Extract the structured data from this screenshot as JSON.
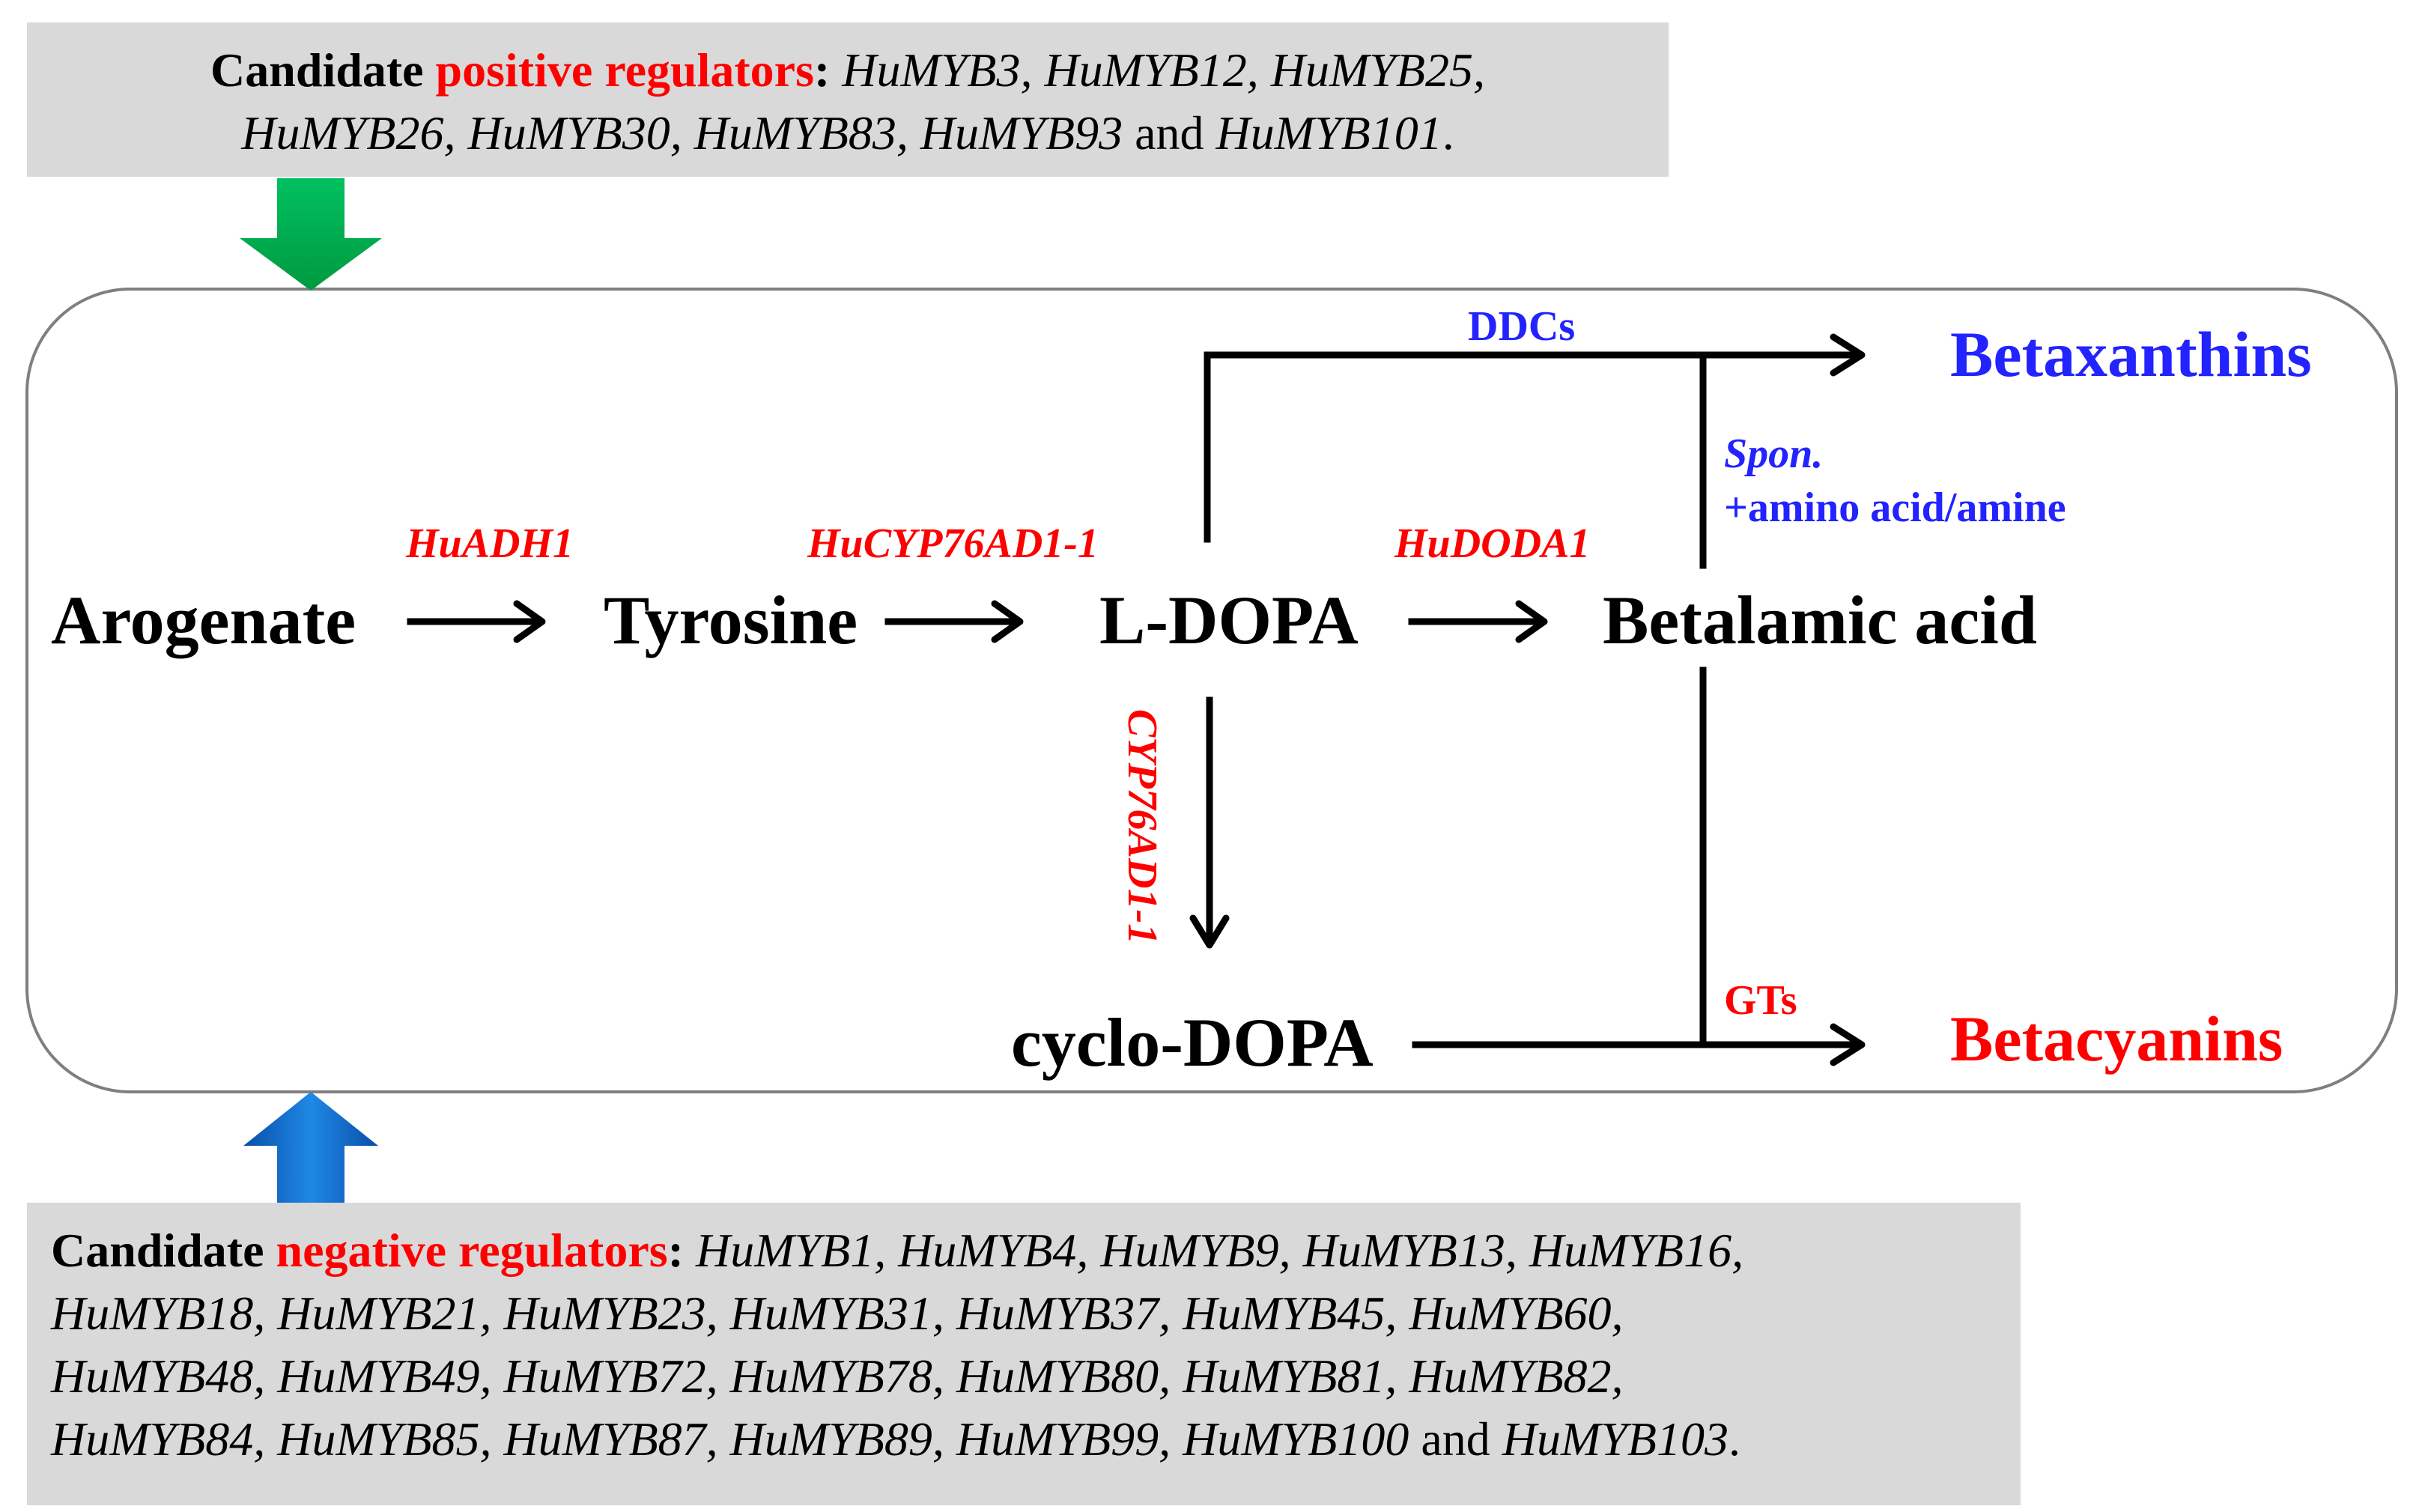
{
  "positive": {
    "lead": "Candidate ",
    "highlight": "positive regulators",
    "colon": ":",
    "line1_genes": "HuMYB3, HuMYB12, HuMYB25,",
    "line2_genes": "HuMYB26, HuMYB30,  HuMYB83, HuMYB93",
    "and": "and",
    "last_gene": "HuMYB101",
    "period": "."
  },
  "negative": {
    "lead": "Candidate ",
    "highlight": "negative regulators",
    "colon": ":",
    "line1_genes": "HuMYB1, HuMYB4, HuMYB9, HuMYB13, HuMYB16,",
    "line2_genes": "HuMYB18, HuMYB21, HuMYB23, HuMYB31, HuMYB37, HuMYB45, HuMYB60,",
    "line3_genes": "HuMYB48, HuMYB49, HuMYB72, HuMYB78, HuMYB80, HuMYB81, HuMYB82,",
    "line4_genes": "HuMYB84, HuMYB85, HuMYB87, HuMYB89, HuMYB99, HuMYB100",
    "and": "and",
    "last_gene": "HuMYB103",
    "period": "."
  },
  "metabolites": {
    "arogenate": "Arogenate",
    "tyrosine": "Tyrosine",
    "ldopa": "L-DOPA",
    "betalamic": "Betalamic acid",
    "cyclodopa": "cyclo-DOPA"
  },
  "enzymes": {
    "adh": "HuADH1",
    "cyp_top": "HuCYP76AD1-1",
    "doda": "HuDODA1",
    "cyp_side": "CYP76AD1-1",
    "ddcs": "DDCs",
    "spon": "Spon.",
    "amino": "+amino acid/amine",
    "gts": "GTs"
  },
  "products": {
    "betaxanthins": "Betaxanthins",
    "betacyanins": "Betacyanins"
  },
  "colors": {
    "red": "#ff0000",
    "blue": "#2323ff",
    "box_gray": "#d9d9d9",
    "frame_gray": "#7f7f7f",
    "green_arrow": "#00a94f",
    "blue_arrow": "#1565c0"
  }
}
